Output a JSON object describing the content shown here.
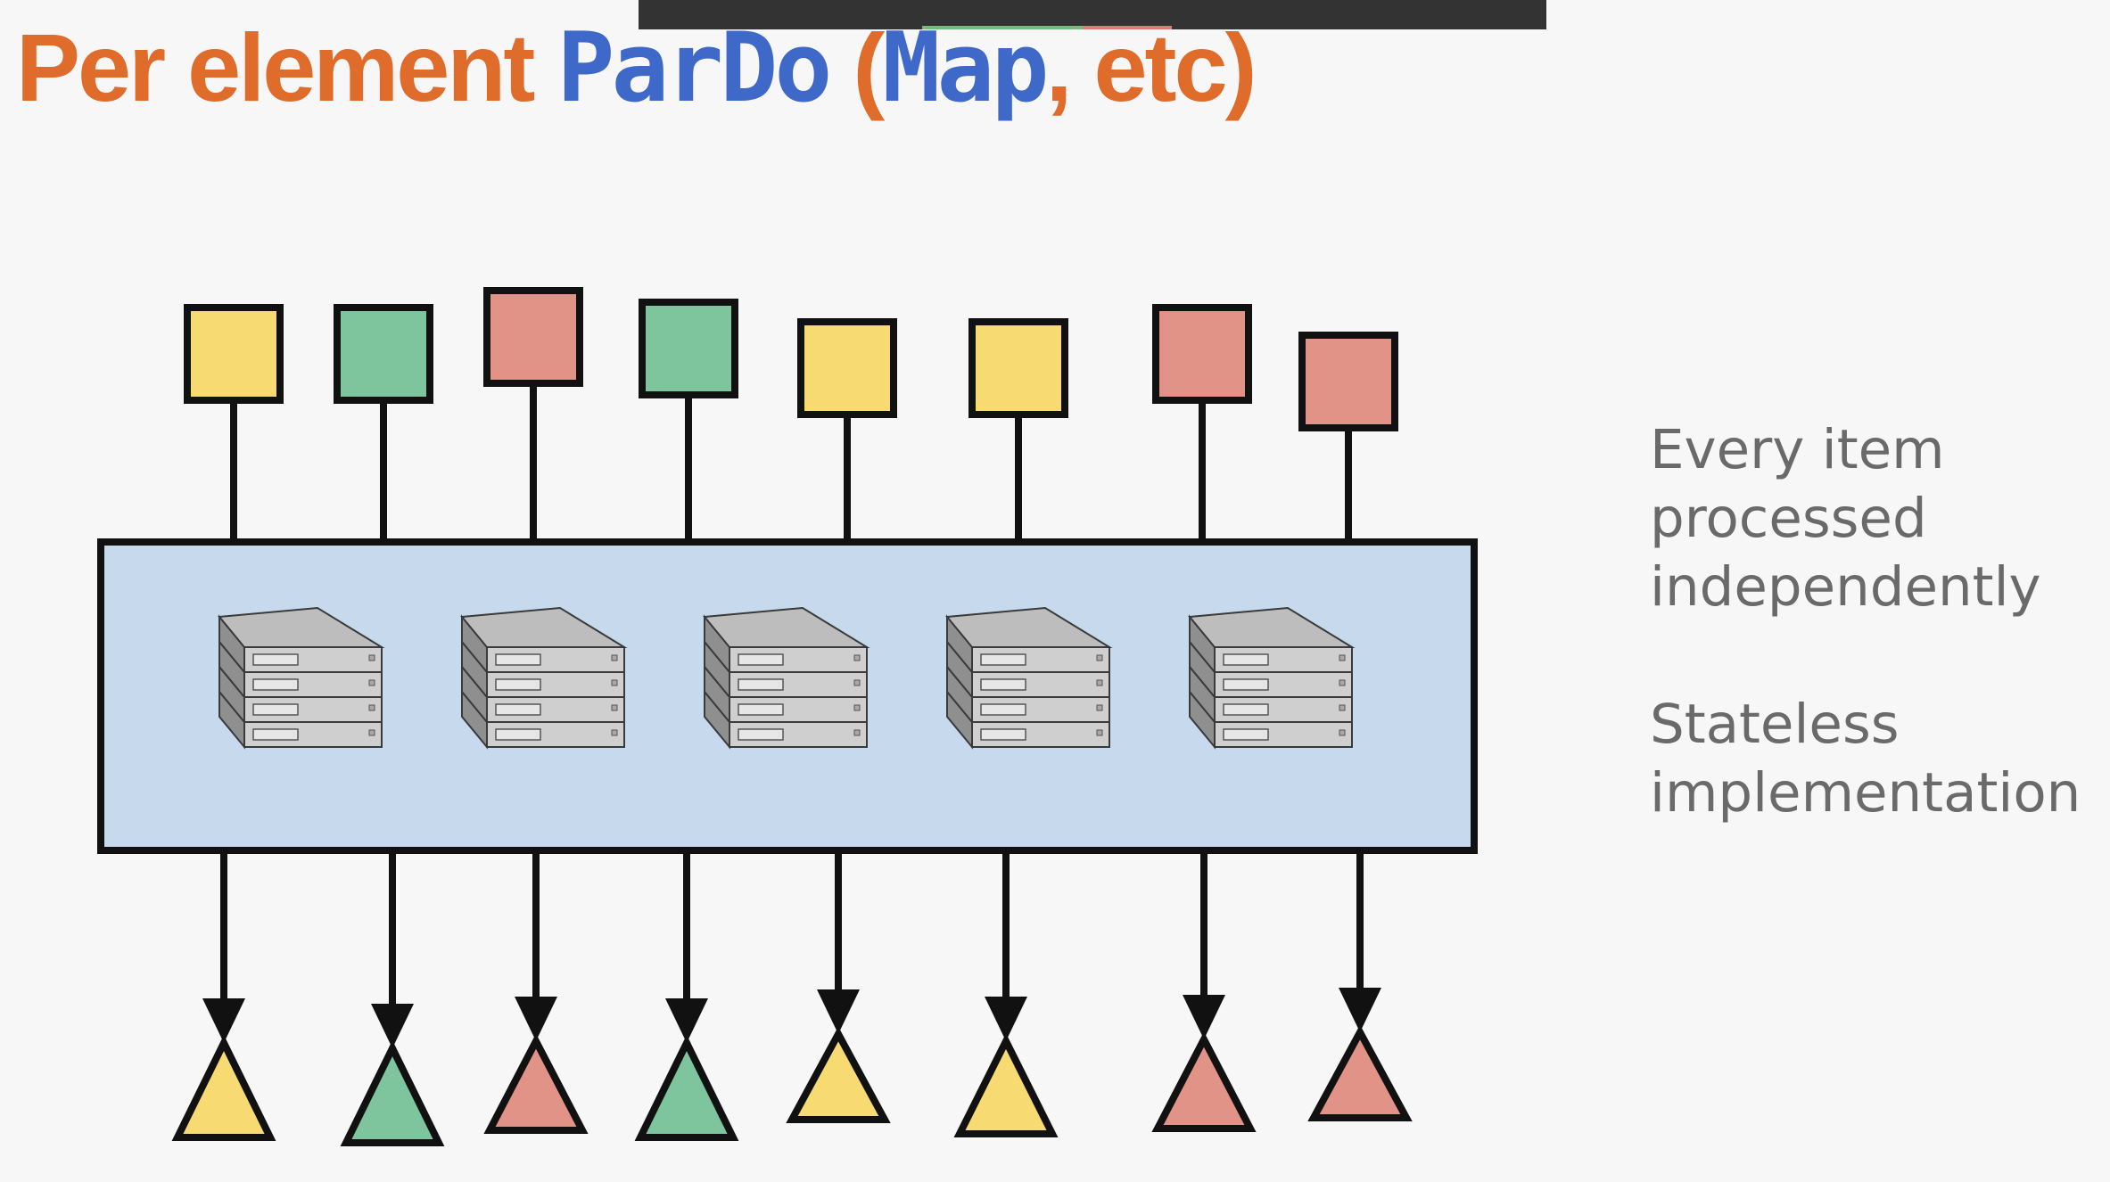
{
  "title": {
    "part1": "Per element ",
    "part2": "ParDo",
    "part3": " (",
    "part4": "Map",
    "part5": ", etc)"
  },
  "notes": {
    "line1": "Every item",
    "line2": "processed",
    "line3": "independently",
    "line4": "Stateless",
    "line5": "implementation"
  },
  "inputs": [
    "yellow",
    "green",
    "red",
    "green",
    "yellow",
    "yellow",
    "red",
    "red"
  ],
  "outputs": [
    "yellow",
    "green",
    "red",
    "green",
    "yellow",
    "yellow",
    "red",
    "red"
  ],
  "workers": 5,
  "colors": {
    "title_orange": "#e06c2b",
    "title_blue": "#3f69c9",
    "yellow": "#f8da73",
    "green": "#7ec49c",
    "red": "#e19388",
    "box_fill": "#c7d9ec",
    "stroke": "#111111",
    "note_text": "#6a6a6a",
    "top_bar": "#333333",
    "accent_green": "#77b97e",
    "accent_red": "#e07b74"
  }
}
